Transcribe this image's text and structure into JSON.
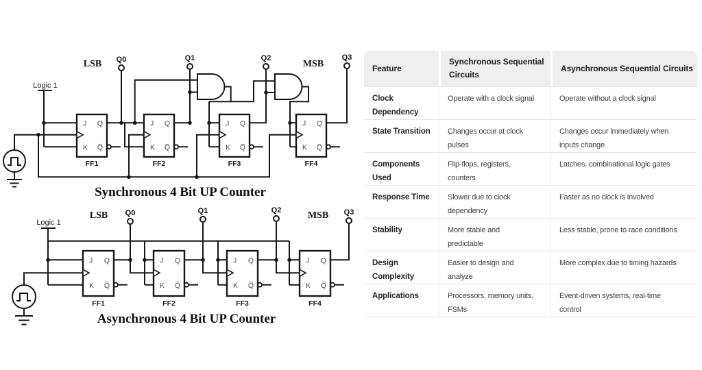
{
  "diagrams": {
    "pins": {
      "j": "J",
      "k": "K",
      "q": "Q",
      "qbar": "Q̅"
    },
    "sync": {
      "title": "Synchronous 4 Bit UP Counter",
      "lsb": "LSB",
      "msb": "MSB",
      "logic": "Logic 1",
      "outputs": [
        "Q0",
        "Q1",
        "Q2",
        "Q3"
      ],
      "ff_labels": [
        "FF1",
        "FF2",
        "FF3",
        "FF4"
      ]
    },
    "async": {
      "title": "Asynchronous 4 Bit UP Counter",
      "lsb": "LSB",
      "msb": "MSB",
      "logic": "Logic 1",
      "outputs": [
        "Q0",
        "Q1",
        "Q2",
        "Q3"
      ],
      "ff_labels": [
        "FF1",
        "FF2",
        "FF3",
        "FF4"
      ]
    }
  },
  "table": {
    "headers": [
      "Feature",
      "Synchronous Sequential\nCircuits",
      "Asynchronous Sequential Circuits"
    ],
    "rows": [
      {
        "feature": "Clock\nDependency",
        "sync": "Operate with a clock signal",
        "async": "Operate without a clock signal"
      },
      {
        "feature": "State Transition",
        "sync": "Changes occur at clock\npulses",
        "async": "Changes occur immediately when\ninputs change"
      },
      {
        "feature": "Components\nUsed",
        "sync": "Flip-flops, registers,\ncounters",
        "async": "Latches, combinational logic gates"
      },
      {
        "feature": "Response Time",
        "sync": "Slower due to clock\ndependency",
        "async": "Faster as no clock is involved"
      },
      {
        "feature": "Stability",
        "sync": "More stable and\npredictable",
        "async": "Less stable, prone to race conditions"
      },
      {
        "feature": "Design\nComplexity",
        "sync": "Easier to design and\nanalyze",
        "async": "More complex due to timing hazards"
      },
      {
        "feature": "Applications",
        "sync": "Processors, memory units,\nFSMs",
        "async": "Event-driven systems, real-time\ncontrol"
      }
    ]
  },
  "colors": {
    "header_bg": "#efeff1",
    "row_border": "#e7e7ea",
    "line_color": "#161616",
    "body_text": "#3e3e44",
    "header_text": "#1d1d20"
  }
}
